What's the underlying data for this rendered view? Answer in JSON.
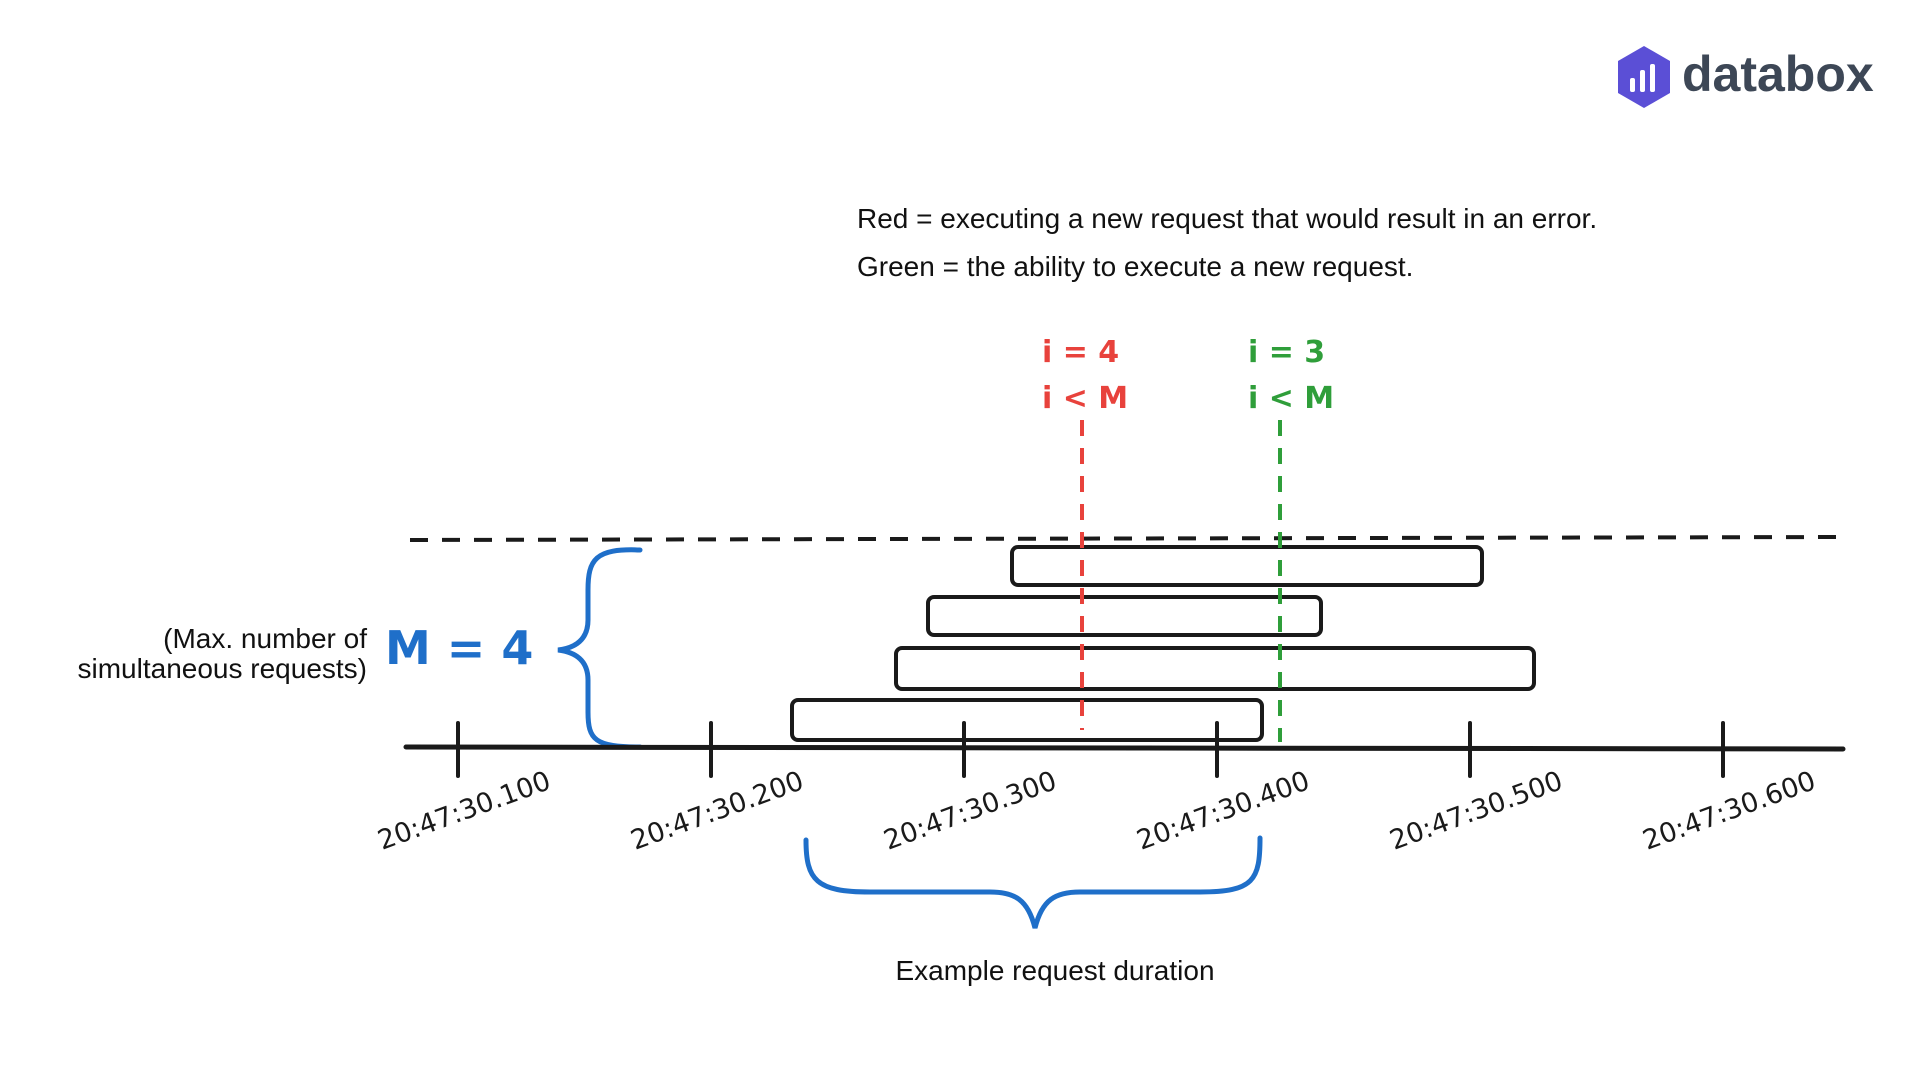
{
  "brand": {
    "logo_text": "databox",
    "logo_color": "#5b4fd6",
    "logo_text_color": "#3d4756"
  },
  "legend": {
    "red_line": "Red = executing a new request that would result in an error.",
    "green_line": "Green = the ability to execute a new request."
  },
  "colors": {
    "red": "#e8423c",
    "green": "#2f9e3a",
    "blue": "#1f6fc9",
    "ink": "#1a1a1a"
  },
  "markers": {
    "red": {
      "i_label": "i = 4",
      "cond_label": "i < M"
    },
    "green": {
      "i_label": "i = 3",
      "cond_label": "i < M"
    }
  },
  "capacity": {
    "m_label": "M = 4",
    "description_line1": "(Max. number of",
    "description_line2": "simultaneous requests)"
  },
  "timeline": {
    "ticks": [
      "20:47:30.100",
      "20:47:30.200",
      "20:47:30.300",
      "20:47:30.400",
      "20:47:30.500",
      "20:47:30.600"
    ]
  },
  "duration_caption": "Example request duration"
}
